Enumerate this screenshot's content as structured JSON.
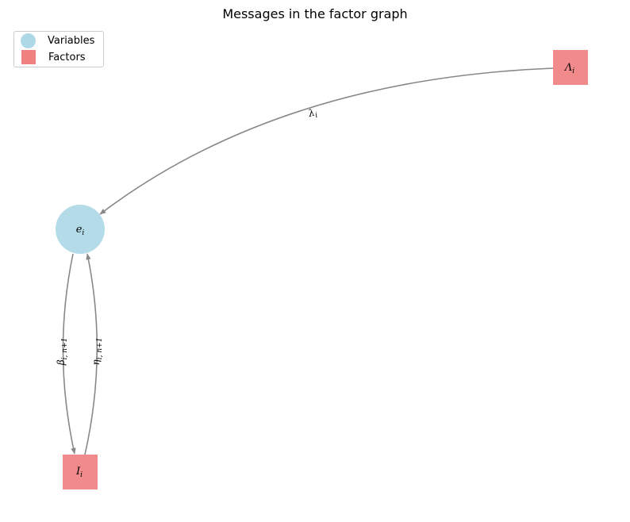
{
  "title": "Messages in the factor graph",
  "legend": {
    "variables_label": "Variables",
    "factors_label": "Factors"
  },
  "colors": {
    "variable": "#add8e6",
    "factor": "#f08080",
    "edge": "#888888"
  },
  "nodes": {
    "e": {
      "base": "e",
      "sub": "i",
      "kind": "variable"
    },
    "I": {
      "base": "I",
      "sub": "i",
      "kind": "factor"
    },
    "Lambda": {
      "base": "Λ",
      "sub": "i",
      "kind": "factor"
    }
  },
  "edges": {
    "lambda": {
      "base": "λ",
      "sub": "i"
    },
    "beta": {
      "base": "β",
      "sub": "i, n+1"
    },
    "eta": {
      "base": "η",
      "sub": "i, n+1"
    }
  }
}
